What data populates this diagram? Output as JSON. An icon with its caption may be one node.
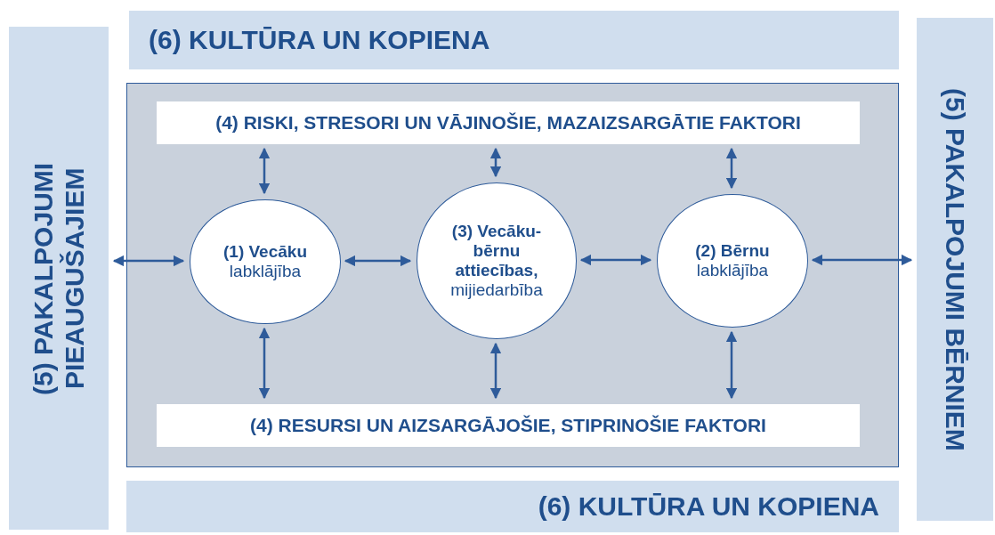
{
  "diagram": {
    "nodes": [
      {
        "text": [
          "(6) KULTŪRA UN KOPIENA"
        ]
      },
      {
        "text": [
          "(5) PAKALPOJUMI PIEAUGUŠAJIEM"
        ]
      },
      {
        "text": [
          "(5) PAKALPOJUMI BĒRNIEM"
        ]
      },
      {
        "text": [],
        "shape": "box"
      },
      {
        "text": [
          "(4) RISKI, STRESORI UN VĀJINOŠIE, MAZAIZSARGĀTIE FAKTORI"
        ],
        "in": 3
      },
      {
        "text": [
          "(1) Vecāku",
          "labklājība"
        ],
        "in": 3
      },
      {
        "text": [
          "(3) Vecāku-bērnu attiecības,",
          "mijiedarbība"
        ],
        "in": 3
      },
      {
        "text": [
          "(2) Bērnu",
          "labklājība"
        ],
        "in": 3
      },
      {
        "text": [
          "(4) RESURSI UN AIZSARGĀJOŠIE, STIPRINOŠIE FAKTORI"
        ],
        "in": 3
      },
      {
        "text": [
          "(6) KULTŪRA UN KOPIENA"
        ]
      }
    ],
    "edges": [
      {
        "from": 1,
        "to": 5,
        "arrow": "both"
      },
      {
        "from": 5,
        "to": 6,
        "arrow": "both"
      },
      {
        "from": 6,
        "to": 7,
        "arrow": "both"
      },
      {
        "from": 7,
        "to": 2,
        "arrow": "both"
      },
      {
        "from": 4,
        "to": 5,
        "arrow": "both"
      },
      {
        "from": 4,
        "to": 6,
        "arrow": "both"
      },
      {
        "from": 4,
        "to": 7,
        "arrow": "both"
      },
      {
        "from": 5,
        "to": 8,
        "arrow": "both"
      },
      {
        "from": 6,
        "to": 8,
        "arrow": "both"
      },
      {
        "from": 7,
        "to": 8,
        "arrow": "both"
      }
    ]
  }
}
